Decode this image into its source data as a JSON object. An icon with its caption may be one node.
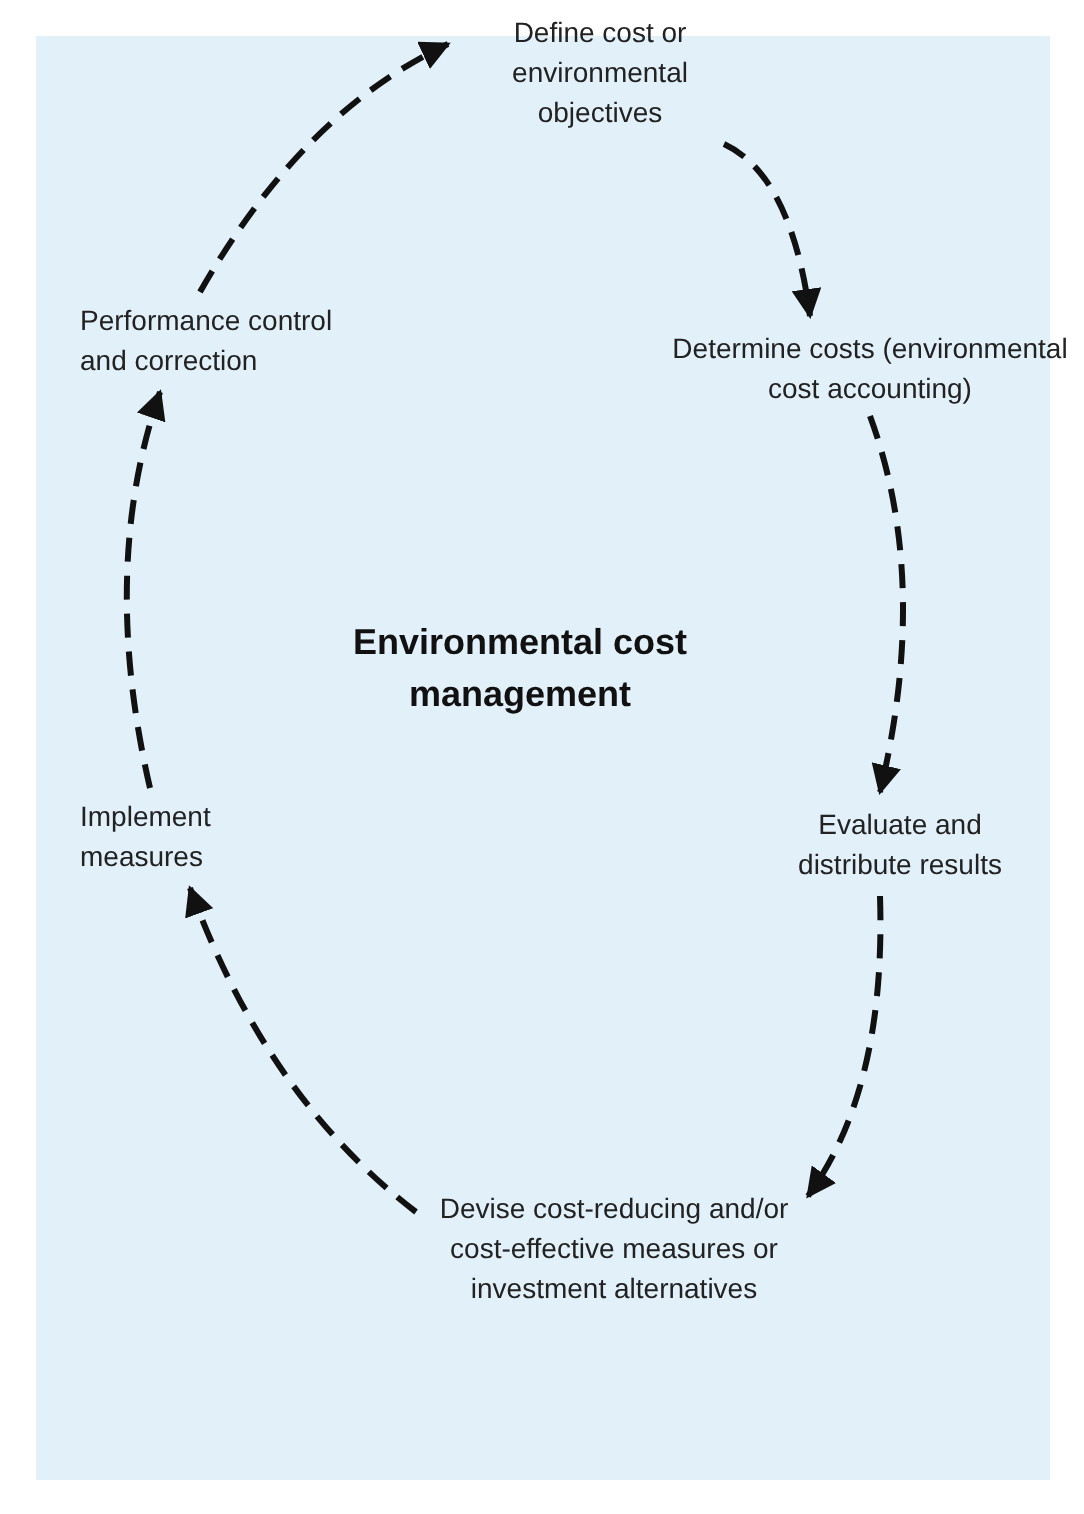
{
  "diagram": {
    "nodes": [
      {
        "text": [
          "Define cost or environmental objectives"
        ]
      },
      {
        "text": [
          "Determine costs (environmental cost accounting)"
        ]
      },
      {
        "text": [
          "Evaluate and distribute results"
        ]
      },
      {
        "text": [
          "Devise cost-reducing and/or cost-effective measures or investment alternatives"
        ]
      },
      {
        "text": [
          "Implement measures"
        ]
      },
      {
        "text": [
          "Performance control and correction"
        ]
      }
    ],
    "edges": [
      {
        "from": 0,
        "to": 1,
        "arrow": "to",
        "style": "dashed"
      },
      {
        "from": 1,
        "to": 2,
        "arrow": "to",
        "style": "dashed"
      },
      {
        "from": 2,
        "to": 3,
        "arrow": "to",
        "style": "dashed"
      },
      {
        "from": 3,
        "to": 4,
        "arrow": "to",
        "style": "dashed"
      },
      {
        "from": 4,
        "to": 5,
        "arrow": "to",
        "style": "dashed"
      },
      {
        "from": 5,
        "to": 0,
        "arrow": "to",
        "style": "dashed"
      }
    ],
    "labels": [
      "Environmental cost management"
    ]
  }
}
